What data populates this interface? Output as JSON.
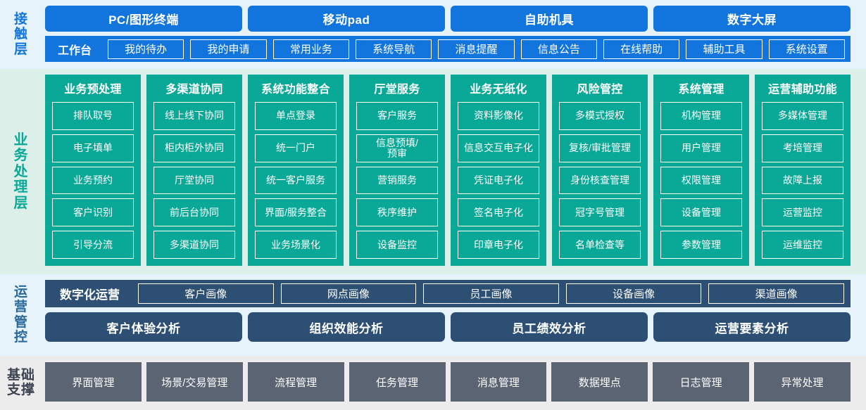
{
  "layers": {
    "contact": {
      "label": "接触层",
      "accent": "#1275dd",
      "background": "#e6f3fb",
      "channels": [
        "PC/图形终端",
        "移动pad",
        "自助机具",
        "数字大屏"
      ],
      "workbench": {
        "title": "工作台",
        "items": [
          "我的待办",
          "我的申请",
          "常用业务",
          "系统导航",
          "消息提醒",
          "信息公告",
          "在线帮助",
          "辅助工具",
          "系统设置"
        ]
      }
    },
    "business": {
      "label": "业务处理层",
      "accent": "#0aa896",
      "background": "#ddefe9",
      "columns": [
        {
          "title": "业务预处理",
          "items": [
            "排队取号",
            "电子填单",
            "业务预约",
            "客户识别",
            "引导分流"
          ]
        },
        {
          "title": "多渠道协同",
          "items": [
            "线上线下协同",
            "柜内柜外协同",
            "厅堂协同",
            "前后台协同",
            "多渠道协同"
          ]
        },
        {
          "title": "系统功能整合",
          "items": [
            "单点登录",
            "统一门户",
            "统一客户服务",
            "界面/服务整合",
            "业务场景化"
          ]
        },
        {
          "title": "厅堂服务",
          "items": [
            "客户服务",
            "信息预填/\n预审",
            "营销服务",
            "秩序维护",
            "设备监控"
          ]
        },
        {
          "title": "业务无纸化",
          "items": [
            "资料影像化",
            "信息交互电子化",
            "凭证电子化",
            "签名电子化",
            "印章电子化"
          ]
        },
        {
          "title": "风险管控",
          "items": [
            "多模式授权",
            "复核/审批管理",
            "身份核查管理",
            "冠字号管理",
            "名单检查等"
          ]
        },
        {
          "title": "系统管理",
          "items": [
            "机构管理",
            "用户管理",
            "权限管理",
            "设备管理",
            "参数管理"
          ]
        },
        {
          "title": "运营辅助功能",
          "items": [
            "多媒体管理",
            "考培管理",
            "故障上报",
            "运营监控",
            "运维监控"
          ]
        }
      ]
    },
    "operations": {
      "label": "运营管控",
      "accent": "#2d4f74",
      "background": "#e6f3fb",
      "portrait": {
        "title": "数字化运营",
        "items": [
          "客户画像",
          "网点画像",
          "员工画像",
          "设备画像",
          "渠道画像"
        ]
      },
      "analysis": [
        "客户体验分析",
        "组织效能分析",
        "员工绩效分析",
        "运营要素分析"
      ]
    },
    "foundation": {
      "label": "基础支撑",
      "accent": "#5a6472",
      "background": "#ececec",
      "items": [
        "界面管理",
        "场景/交易管理",
        "流程管理",
        "任务管理",
        "消息管理",
        "数据埋点",
        "日志管理",
        "异常处理"
      ]
    }
  }
}
